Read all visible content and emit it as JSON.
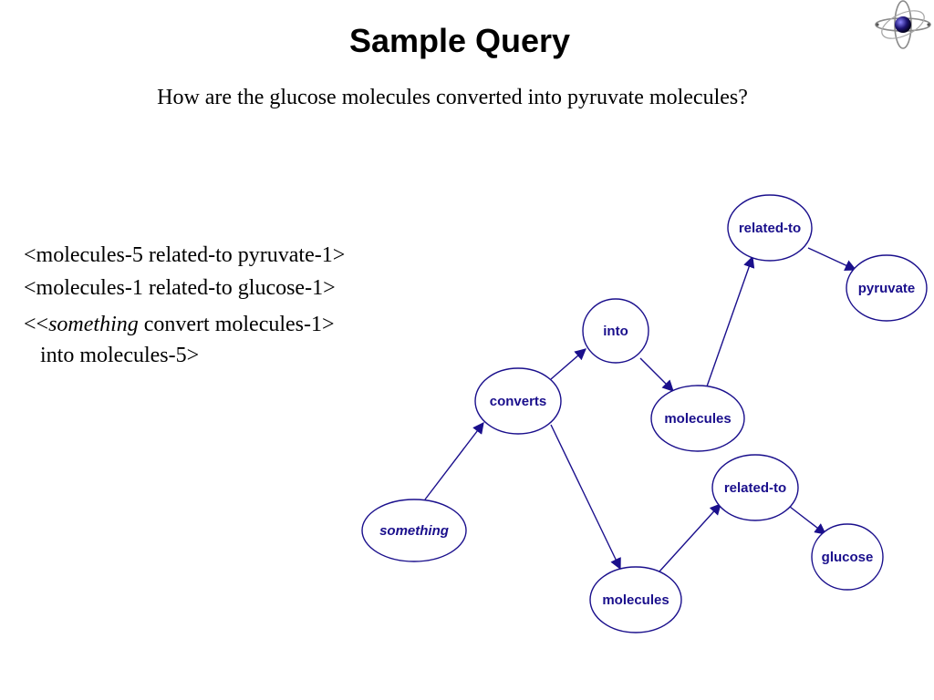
{
  "slide": {
    "title": "Sample Query",
    "question": "How are the glucose molecules converted into pyruvate molecules?"
  },
  "triples": {
    "line1": "<molecules-5 related-to pyruvate-1>",
    "line2": "<molecules-1 related-to glucose-1>",
    "line3_prefix": "<<",
    "line3_italic": "something",
    "line3_suffix": " convert molecules-1>",
    "line4": "into molecules-5>"
  },
  "graph": {
    "nodes": {
      "related_to_top": "related-to",
      "pyruvate": "pyruvate",
      "into": "into",
      "converts": "converts",
      "molecules_top": "molecules",
      "related_to_bottom": "related-to",
      "something": "something",
      "glucose": "glucose",
      "molecules_bottom": "molecules"
    },
    "node_color": "#1a0f8c"
  },
  "logo": {
    "icon": "atom-orbit-icon"
  }
}
